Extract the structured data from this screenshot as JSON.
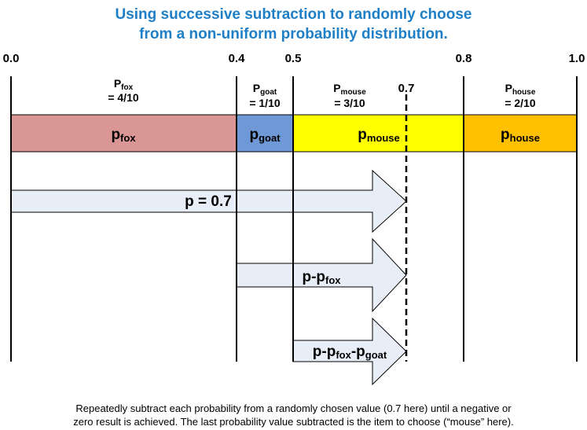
{
  "title": {
    "line1": "Using successive subtraction to randomly choose",
    "line2": "from a non-uniform probability distribution."
  },
  "ticks": [
    "0.0",
    "0.4",
    "0.5",
    "0.8",
    "1.0"
  ],
  "marker": "0.7",
  "segments": [
    {
      "sym": "P",
      "sub": "fox",
      "value": "= 4/10",
      "bar_sym": "p",
      "bar_sub": "fox",
      "color": "#d99694"
    },
    {
      "sym": "P",
      "sub": "goat",
      "value": "= 1/10",
      "bar_sym": "p",
      "bar_sub": "goat",
      "color": "#6f99d6"
    },
    {
      "sym": "P",
      "sub": "mouse",
      "value": "= 3/10",
      "bar_sym": "p",
      "bar_sub": "mouse",
      "color": "#ffff00"
    },
    {
      "sym": "P",
      "sub": "house",
      "value": "= 2/10",
      "bar_sym": "p",
      "bar_sub": "house",
      "color": "#ffc000"
    }
  ],
  "arrows": [
    {
      "text": "p = 0.7"
    },
    {
      "main": "p-p",
      "sub1": "fox"
    },
    {
      "main": "p-p",
      "sub1": "fox",
      "mid": "-p",
      "sub2": "goat"
    }
  ],
  "arrow_fill": "#e8eef7",
  "caption": {
    "line1": "Repeatedly subtract each probability from a randomly chosen value (0.7 here) until a negative or",
    "line2": "zero result is achieved.   The last probability value subtracted is the item to choose (“mouse” here)."
  }
}
